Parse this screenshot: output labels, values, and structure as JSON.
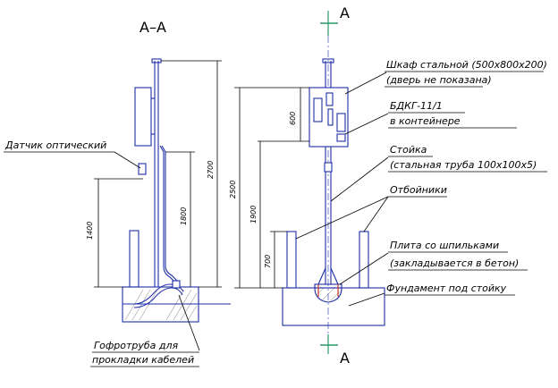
{
  "section_title": "А–А",
  "section_marks": {
    "top": "А",
    "bottom": "А"
  },
  "callouts": {
    "sensor": "Датчик оптический",
    "conduit_line1": "Гофротруба для",
    "conduit_line2": "прокладки кабелей",
    "cabinet_line1": "Шкаф стальной (500х800х200)",
    "cabinet_line2": "(дверь не показана)",
    "bdkg_line1": "БДКГ-11/1",
    "bdkg_line2": "в контейнере",
    "post_line1": "Стойка",
    "post_line2": "(стальная труба 100х100х5)",
    "bollards": "Отбойники",
    "plate_line1": "Плита со шпильками",
    "plate_line2": "(закладывается в бетон)",
    "foundation": "Фундамент под стойку"
  },
  "dimensions": {
    "left_1400": "1400",
    "left_1800": "1800",
    "left_2700": "2700",
    "right_2500": "2500",
    "right_600": "600",
    "right_1900": "1900",
    "right_700": "700"
  }
}
